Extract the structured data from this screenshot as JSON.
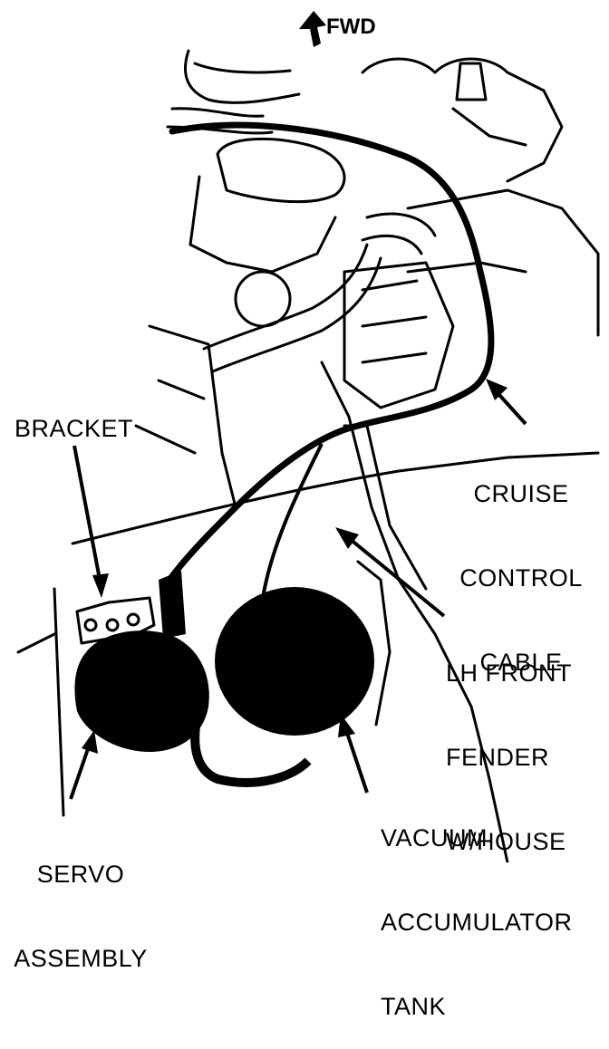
{
  "fwd": "FWD",
  "labels": {
    "bracket": "BRACKET",
    "cruise_control_cable": [
      "CRUISE",
      "CONTROL",
      "CABLE"
    ],
    "lh_front_fender": [
      "LH FRONT",
      "FENDER",
      "W/HOUSE"
    ],
    "servo_assembly": [
      "SERVO",
      "ASSEMBLY"
    ],
    "vacuum_accumulator_tank": [
      "VACUUM",
      "ACCUMULATOR",
      "TANK"
    ]
  },
  "colors": {
    "ink": "#000000",
    "paper": "#ffffff"
  }
}
